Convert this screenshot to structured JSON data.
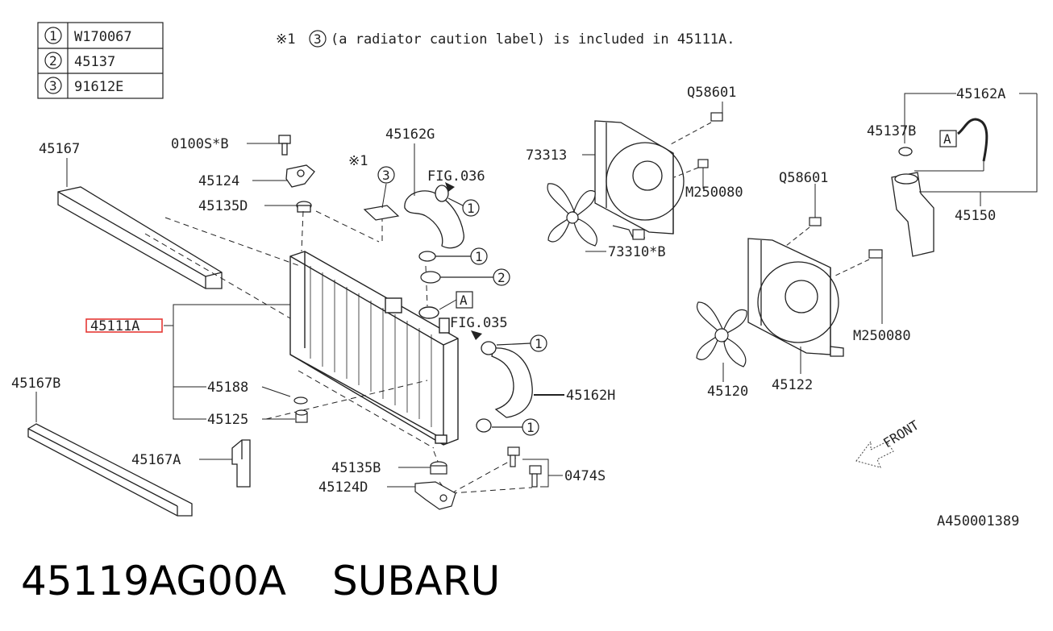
{
  "legend_table": [
    {
      "num": "1",
      "part": "W170067"
    },
    {
      "num": "2",
      "part": "45137"
    },
    {
      "num": "3",
      "part": "91612E"
    }
  ],
  "note": {
    "mark": "※1",
    "ref": "3",
    "text": "(a radiator caution label) is included in 45111A."
  },
  "labels": {
    "p45167": "45167",
    "p45167b": "45167B",
    "p45167a": "45167A",
    "p0100s": "0100S*B",
    "p45124": "45124",
    "p45135d": "45135D",
    "p45111a": "45111A",
    "p45188": "45188",
    "p45125": "45125",
    "p45135b": "45135B",
    "p45124d": "45124D",
    "p0474s": "0474S",
    "star1": "※1",
    "p45162g": "45162G",
    "fig036": "FIG.036",
    "fig035": "FIG.035",
    "p45162h": "45162H",
    "boxA1": "A",
    "boxA2": "A",
    "q58601a": "Q58601",
    "q58601b": "Q58601",
    "p73313": "73313",
    "m250080a": "M250080",
    "m250080b": "M250080",
    "p73310": "73310*B",
    "p45120": "45120",
    "p45122": "45122",
    "p45162a": "45162A",
    "p45137b": "45137B",
    "p45150": "45150",
    "front": "FRONT",
    "diagram_id": "A450001389"
  },
  "callouts": {
    "c1a": "1",
    "c1b": "1",
    "c1c": "1",
    "c1d": "1",
    "c2": "2",
    "c3": "3"
  },
  "footer": {
    "part_number": "45119AG00A",
    "brand": "SUBARU"
  },
  "colors": {
    "line": "#222222",
    "highlight": "#e53935"
  }
}
